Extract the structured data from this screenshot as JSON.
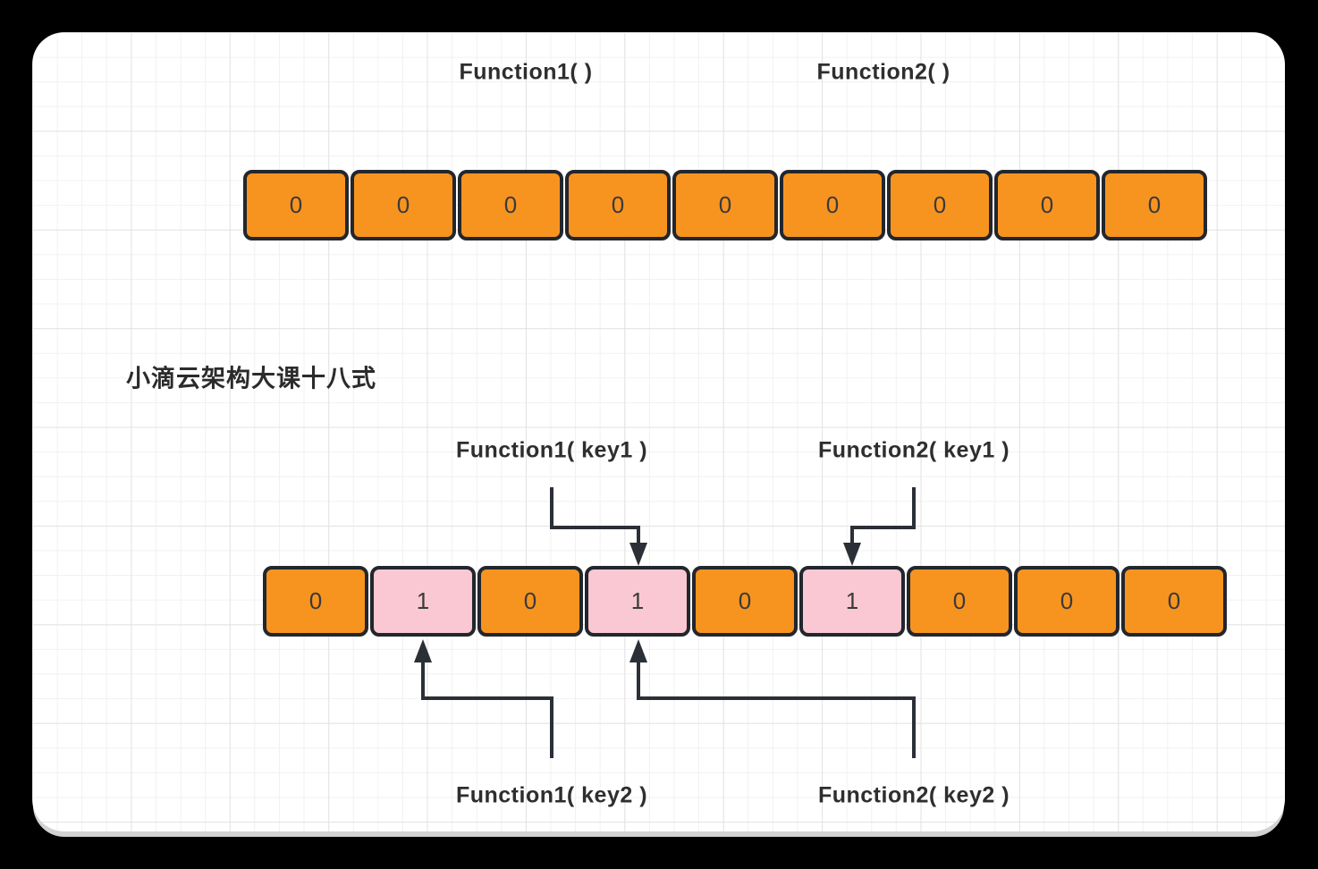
{
  "colors": {
    "background": "#000000",
    "card": "#ffffff",
    "bit_zero_fill": "#f79420",
    "bit_one_fill": "#f9c8d2",
    "cell_border": "#22262d",
    "arrow": "#2b2f36",
    "text": "#2e2e2e"
  },
  "labels": {
    "function1_empty": "Function1( )",
    "function2_empty": "Function2( )",
    "function1_key1": "Function1( key1 )",
    "function2_key1": "Function2( key1 )",
    "function1_key2": "Function1( key2 )",
    "function2_key2": "Function2( key2 )",
    "watermark": "小滴云架构大课十八式"
  },
  "bit_arrays": {
    "initial": {
      "cells": [
        "0",
        "0",
        "0",
        "0",
        "0",
        "0",
        "0",
        "0",
        "0"
      ]
    },
    "after_insert": {
      "cells": [
        "0",
        "1",
        "0",
        "1",
        "0",
        "1",
        "0",
        "0",
        "0"
      ]
    }
  },
  "arrows": [
    {
      "from": "Function1( key1 )",
      "direction": "down",
      "target_row": "after_insert",
      "target_cell_index": 3
    },
    {
      "from": "Function2( key1 )",
      "direction": "down",
      "target_row": "after_insert",
      "target_cell_index": 5
    },
    {
      "from": "Function1( key2 )",
      "direction": "up",
      "target_row": "after_insert",
      "target_cell_index": 1
    },
    {
      "from": "Function2( key2 )",
      "direction": "up",
      "target_row": "after_insert",
      "target_cell_index": 3
    }
  ]
}
